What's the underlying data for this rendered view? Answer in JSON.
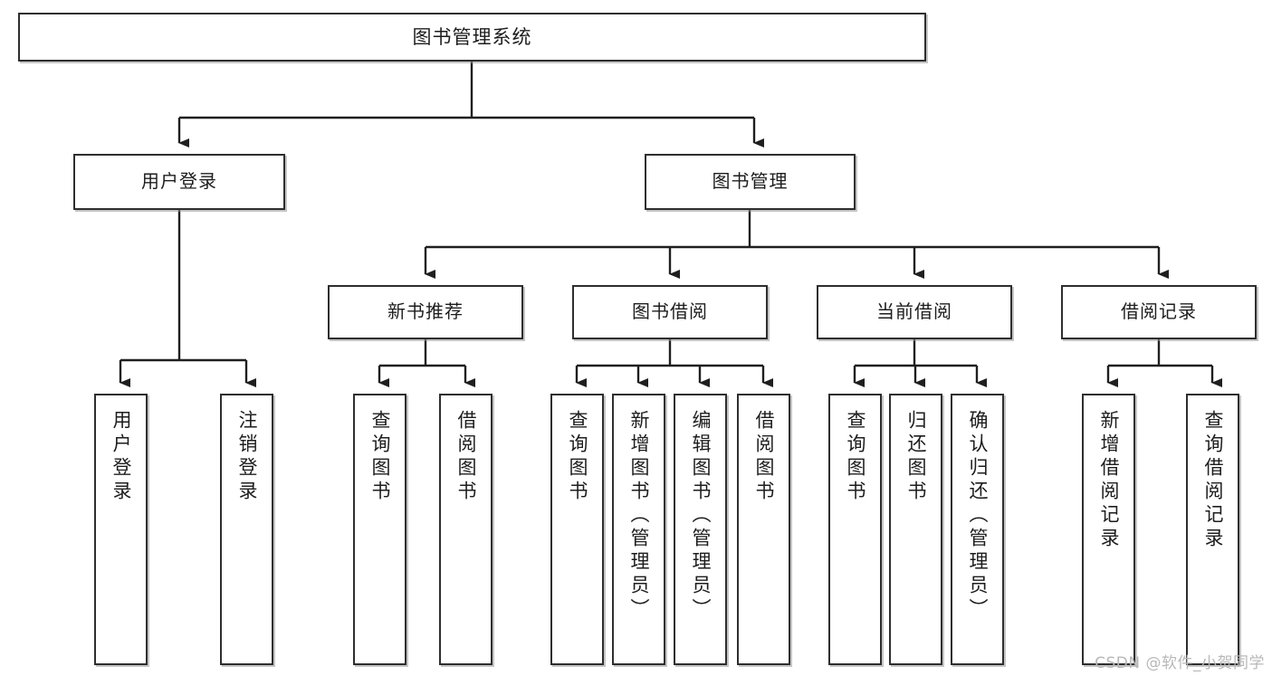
{
  "diagram": {
    "title": "图书管理系统",
    "root": {
      "label": "图书管理系统"
    },
    "level2": [
      {
        "label": "用户登录"
      },
      {
        "label": "图书管理"
      }
    ],
    "level3": [
      {
        "label": "新书推荐"
      },
      {
        "label": "图书借阅"
      },
      {
        "label": "当前借阅"
      },
      {
        "label": "借阅记录"
      }
    ],
    "leaves": [
      {
        "label": "用户登录"
      },
      {
        "label": "注销登录"
      },
      {
        "label": "查询图书"
      },
      {
        "label": "借阅图书"
      },
      {
        "label": "查询图书"
      },
      {
        "label": "新增图书（管理员）"
      },
      {
        "label": "编辑图书（管理员）"
      },
      {
        "label": "借阅图书"
      },
      {
        "label": "查询图书"
      },
      {
        "label": "归还图书"
      },
      {
        "label": "确认归还（管理员）"
      },
      {
        "label": "新增借阅记录"
      },
      {
        "label": "查询借阅记录"
      }
    ],
    "colors": {
      "box_border": "#2e2e2e",
      "box_fill": "#ffffff",
      "connector": "#1f1f1f",
      "text": "#1d1d1d",
      "watermark": "#b8b8b8"
    }
  },
  "watermark": {
    "text": "CSDN @软件_小贺同学"
  }
}
